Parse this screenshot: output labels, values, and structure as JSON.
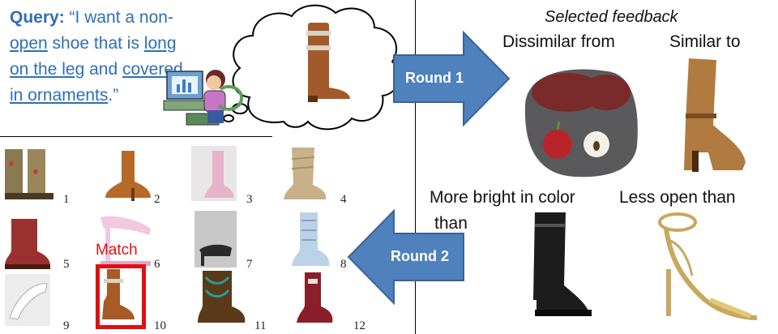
{
  "query": {
    "label": "Query:",
    "parts": [
      "“I want a non-",
      "open",
      " shoe that is ",
      "long on the leg",
      " and ",
      "covered in ornaments",
      ".”"
    ]
  },
  "grid_numbers": [
    "1",
    "2",
    "3",
    "4",
    "5",
    "6",
    "7",
    "8",
    "9",
    "10",
    "11",
    "12"
  ],
  "match_label": "Match",
  "arrows": {
    "round1": "Round 1",
    "round2": "Round 2"
  },
  "feedback": {
    "title": "Selected feedback",
    "dissimilar": "Dissimilar from",
    "similar": "Similar to",
    "brighter_line1": "More bright in color",
    "brighter_line2": "than",
    "less_open": "Less open than"
  },
  "colors": {
    "query_blue": "#2f6fb7",
    "arrow_blue": "#4f81bd",
    "match_red": "#e01010"
  }
}
